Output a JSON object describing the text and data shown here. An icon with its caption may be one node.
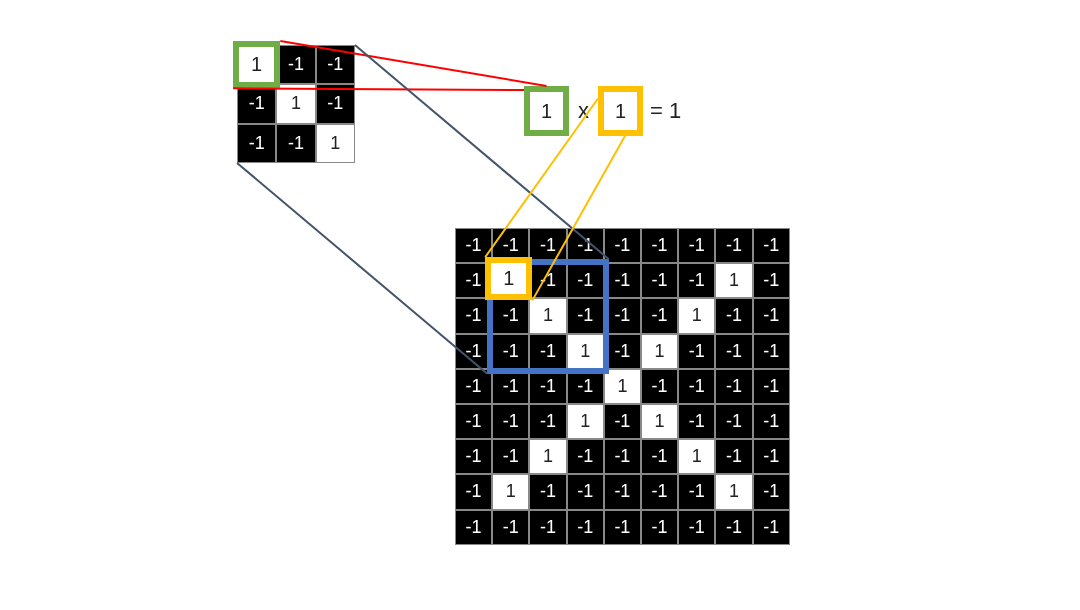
{
  "diagram": {
    "nodes": [
      {
        "text": [],
        "shape": "box"
      },
      {
        "text": [
          "1"
        ],
        "in": 0
      },
      {
        "text": [
          "1"
        ]
      },
      {
        "text": [
          "1"
        ]
      },
      {
        "text": [],
        "shape": "box"
      },
      {
        "text": [],
        "shape": "box",
        "in": 4
      },
      {
        "text": [
          "1"
        ],
        "in": 5
      }
    ],
    "edges": [
      {
        "from": 1,
        "to": 2,
        "arrow": "none",
        "color": "#ff0000"
      },
      {
        "from": 1,
        "to": 2,
        "arrow": "none",
        "color": "#ff0000"
      },
      {
        "from": 0,
        "to": 5,
        "arrow": "none",
        "color": "#44546a"
      },
      {
        "from": 0,
        "to": 5,
        "arrow": "none",
        "color": "#44546a"
      },
      {
        "from": 6,
        "to": 3,
        "arrow": "none",
        "color": "#ffc000"
      },
      {
        "from": 6,
        "to": 3,
        "arrow": "none",
        "color": "#ffc000"
      }
    ],
    "labels": [
      "-1",
      "-1",
      "-1",
      "1",
      "-1",
      "-1",
      "-1",
      "1",
      "x",
      "= 1",
      "-1",
      "-1",
      "-1",
      "-1",
      "-1",
      "-1",
      "-1",
      "-1",
      "-1",
      "-1",
      "-1",
      "-1",
      "-1",
      "-1",
      "-1",
      "1",
      "-1",
      "-1",
      "-1",
      "1",
      "-1",
      "-1",
      "-1",
      "1",
      "-1",
      "-1",
      "-1",
      "-1",
      "-1",
      "1",
      "-1",
      "1",
      "-1",
      "-1",
      "-1",
      "-1",
      "-1",
      "-1",
      "-1",
      "1",
      "-1",
      "-1",
      "-1",
      "-1",
      "-1",
      "-1",
      "-1",
      "1",
      "-1",
      "1",
      "-1",
      "-1",
      "-1",
      "-1",
      "-1",
      "1",
      "-1",
      "-1",
      "-1",
      "1",
      "-1",
      "-1",
      "-1",
      "1",
      "-1",
      "-1",
      "-1",
      "-1",
      "-1",
      "1",
      "-1",
      "-1",
      "-1",
      "-1",
      "-1",
      "-1",
      "-1",
      "-1",
      "-1",
      "-1"
    ]
  }
}
